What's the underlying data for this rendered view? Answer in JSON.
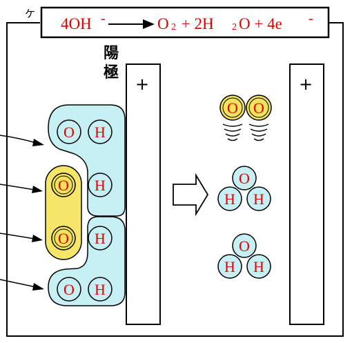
{
  "colors": {
    "red": "#e60000",
    "cyan": "#c7f0f4",
    "yellow": "#f5e66a",
    "yellow_core": "#f2e25c",
    "outline": "#000000"
  },
  "corner_label": "ケ",
  "equation": {
    "part1": "4OH",
    "superscript1": "-",
    "part2": "O",
    "subscript2": "2",
    "part3": " + 2H",
    "subscript3": "2",
    "part4": "O + 4e",
    "superscript4": "-"
  },
  "electrode_label": [
    "陽",
    "極"
  ],
  "electrode_sign": "+",
  "atoms": {
    "O": "O",
    "H": "H"
  },
  "icons": {
    "reaction_arrow": "block-arrow-right-icon",
    "equation_arrow": "arrow-right-icon",
    "motion_lines": "wavy-lines-icon"
  }
}
